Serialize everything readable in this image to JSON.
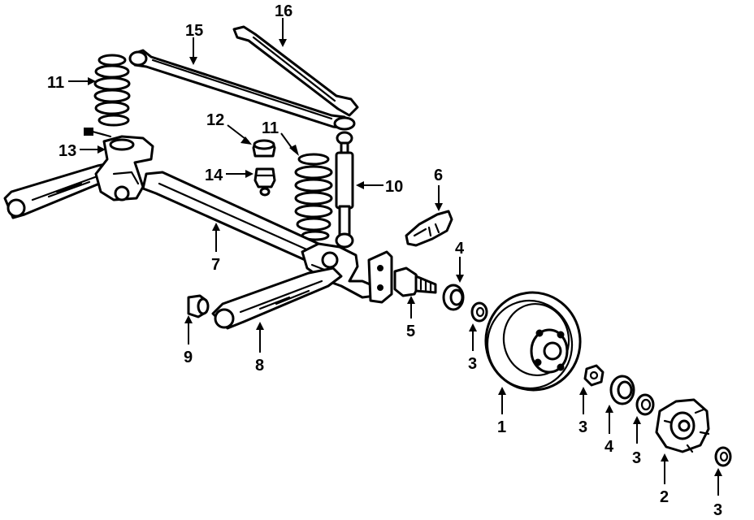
{
  "callouts": {
    "c1": "1",
    "c2": "2",
    "c3a": "3",
    "c3b": "3",
    "c3c": "3",
    "c3d": "3",
    "c4a": "4",
    "c4b": "4",
    "c5": "5",
    "c6": "6",
    "c7": "7",
    "c8": "8",
    "c9": "9",
    "c10": "10",
    "c11a": "11",
    "c11b": "11",
    "c12": "12",
    "c13": "13",
    "c14": "14",
    "c15": "15",
    "c16": "16"
  },
  "colors": {
    "ink": "#000000",
    "paper": "#ffffff"
  }
}
